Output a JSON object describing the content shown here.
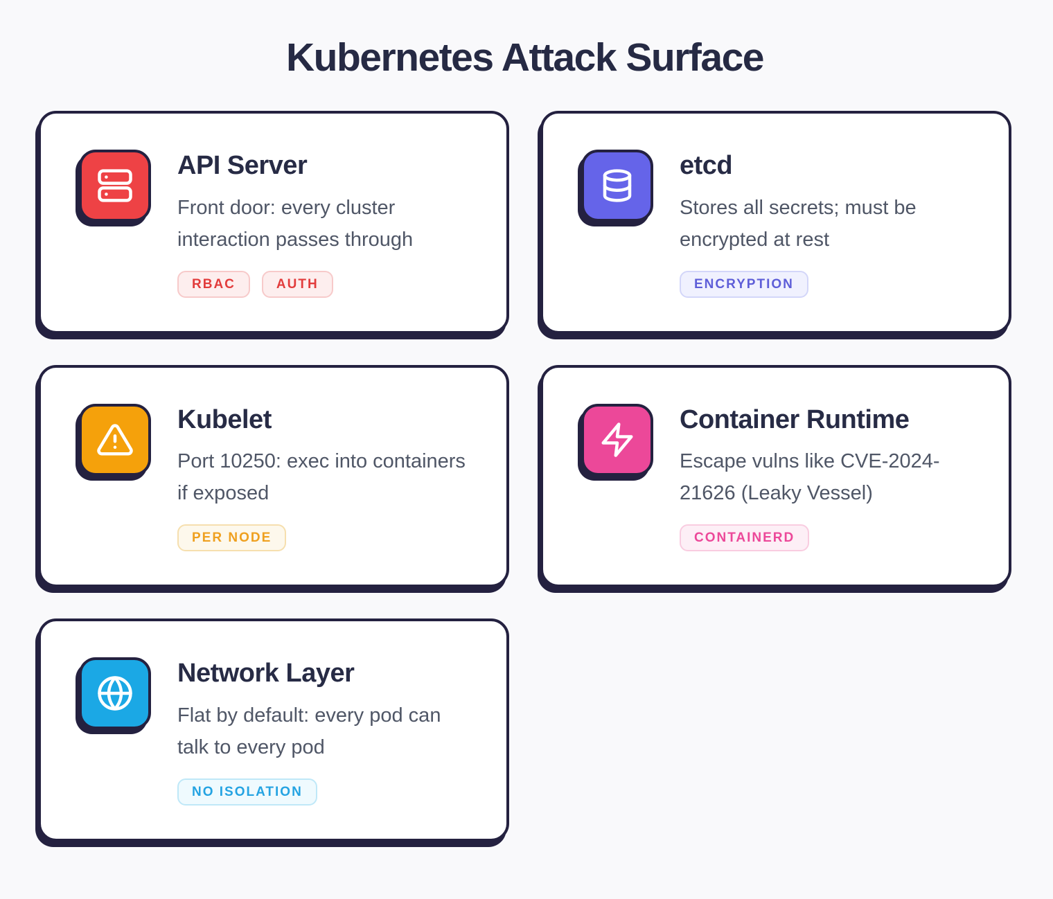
{
  "page": {
    "title": "Kubernetes Attack Surface",
    "background_color": "#f9f9fb",
    "ink_color": "#242140",
    "card_background": "#ffffff",
    "title_color": "#262a44",
    "description_color": "#4f5666"
  },
  "cards": [
    {
      "title": "API Server",
      "description": "Front door: every cluster interaction passes through",
      "icon": "server-icon",
      "accent_color": "#ee4245",
      "badge_text_color": "#e23c3c",
      "badge_bg_color": "#fdeeee",
      "badge_border_color": "#f7caca",
      "badges": [
        "RBAC",
        "AUTH"
      ]
    },
    {
      "title": "etcd",
      "description": "Stores all secrets; must be encrypted at rest",
      "icon": "database-icon",
      "accent_color": "#6564e9",
      "badge_text_color": "#5e5ed8",
      "badge_bg_color": "#f0f1fe",
      "badge_border_color": "#d3d6f9",
      "badges": [
        "ENCRYPTION"
      ]
    },
    {
      "title": "Kubelet",
      "description": "Port 10250: exec into containers if exposed",
      "icon": "warning-triangle-icon",
      "accent_color": "#f5a10b",
      "badge_text_color": "#efa01f",
      "badge_bg_color": "#fdf8ec",
      "badge_border_color": "#f6dfae",
      "badges": [
        "PER NODE"
      ]
    },
    {
      "title": "Container Runtime",
      "description": "Escape vulns like CVE-2024-21626 (Leaky Vessel)",
      "icon": "lightning-bolt-icon",
      "accent_color": "#ec4899",
      "badge_text_color": "#ec4899",
      "badge_bg_color": "#fdeff6",
      "badge_border_color": "#f9cce0",
      "badges": [
        "CONTAINERD"
      ]
    },
    {
      "title": "Network Layer",
      "description": "Flat by default: every pod can talk to every pod",
      "icon": "globe-icon",
      "accent_color": "#1ba8e5",
      "badge_text_color": "#24a3e2",
      "badge_bg_color": "#effafe",
      "badge_border_color": "#bfe8f8",
      "badges": [
        "NO ISOLATION"
      ]
    }
  ]
}
